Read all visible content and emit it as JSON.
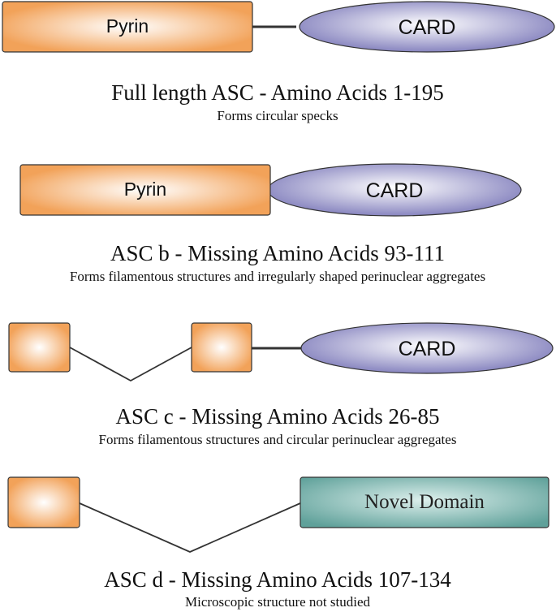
{
  "colors": {
    "pyrin_edge": "#f2a259",
    "pyrin_center": "#ffffff",
    "pyrin_stroke": "#333333",
    "card_edge": "#7d7aba",
    "card_center": "#ffffff",
    "card_stroke": "#333333",
    "novel_edge": "#5fa19a",
    "novel_center": "#dcefec",
    "line": "#333333",
    "text": "#111111"
  },
  "isoforms": [
    {
      "id": "full",
      "domains": {
        "pyrin": "Pyrin",
        "card": "CARD"
      },
      "title": "Full length ASC - Amino Acids 1-195",
      "note": "Forms circular specks"
    },
    {
      "id": "b",
      "domains": {
        "pyrin": "Pyrin",
        "card": "CARD"
      },
      "title": "ASC b - Missing Amino Acids 93-111",
      "note": "Forms filamentous structures and irregularly shaped perinuclear aggregates"
    },
    {
      "id": "c",
      "domains": {
        "card": "CARD"
      },
      "title": "ASC c - Missing Amino Acids 26-85",
      "note": "Forms filamentous structures and circular perinuclear aggregates"
    },
    {
      "id": "d",
      "domains": {
        "novel": "Novel Domain"
      },
      "title": "ASC d - Missing Amino Acids 107-134",
      "note": "Microscopic structure not studied"
    }
  ]
}
